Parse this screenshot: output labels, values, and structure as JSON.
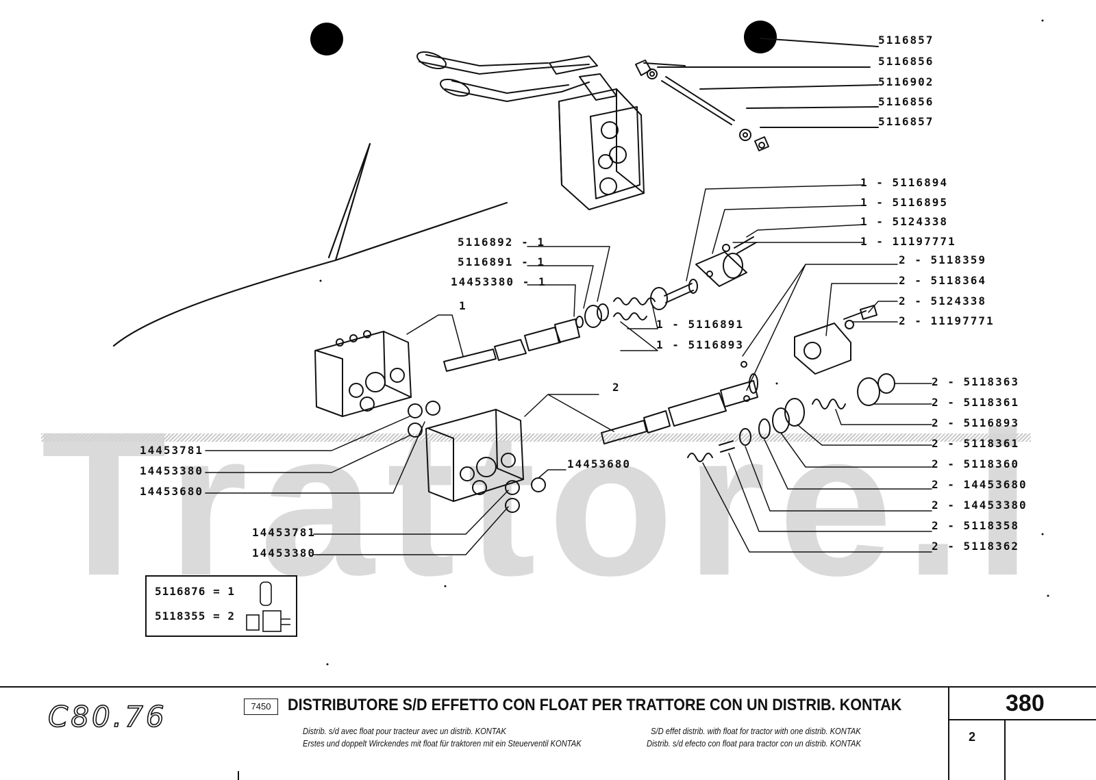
{
  "watermark": "Trattore.it",
  "dot_markers": 2,
  "part_labels": {
    "r1": "5116857",
    "r2": "5116856",
    "r3": "5116902",
    "r4": "5116856",
    "r5": "5116857",
    "r6": "1 - 5116894",
    "r7": "1 - 5116895",
    "r8": "1 - 5124338",
    "r9": "1 - 11197771",
    "r10": "2 - 5118359",
    "r11": "2 - 5118364",
    "r12": "2 - 5124338",
    "r13": "2 - 11197771",
    "c1": "5116892 - 1",
    "c2": "5116891 - 1",
    "c3": "14453380 - 1",
    "c4": "1",
    "c5": "1 - 5116891",
    "c6": "1 - 5116893",
    "c7": "2",
    "c8": "14453680",
    "s1": "2 - 5118363",
    "s2": "2 - 5118361",
    "s3": "2 - 5116893",
    "s4": "2 - 5118361",
    "s5": "2 - 5118360",
    "s6": "2 - 14453680",
    "s7": "2 - 14453380",
    "s8": "2 - 5118358",
    "s9": "2 - 5118362",
    "l1": "14453781",
    "l2": "14453380",
    "l3": "14453680",
    "l4": "14453781",
    "l5": "14453380"
  },
  "kit_box": {
    "row1": "5116876 = 1",
    "row2": "5118355 = 2"
  },
  "footer": {
    "brand": "C80.76",
    "code": "7450",
    "title": "DISTRIBUTORE S/D EFFETTO CON FLOAT PER TRATTORE CON UN DISTRIB. KONTAK",
    "sub_fr": "Distrib. s/d avec float pour tracteur avec un distrib. KONTAK",
    "sub_en": "S/D effet distrib. with float for tractor with one distrib. KONTAK",
    "sub_de": "Erstes und doppelt Wirckendes mit float für traktoren mit ein Steuerventil KONTAK",
    "sub_es": "Distrib. s/d efecto con float para tractor con un distrib. KONTAK",
    "page": "380",
    "sub_page": "2"
  }
}
